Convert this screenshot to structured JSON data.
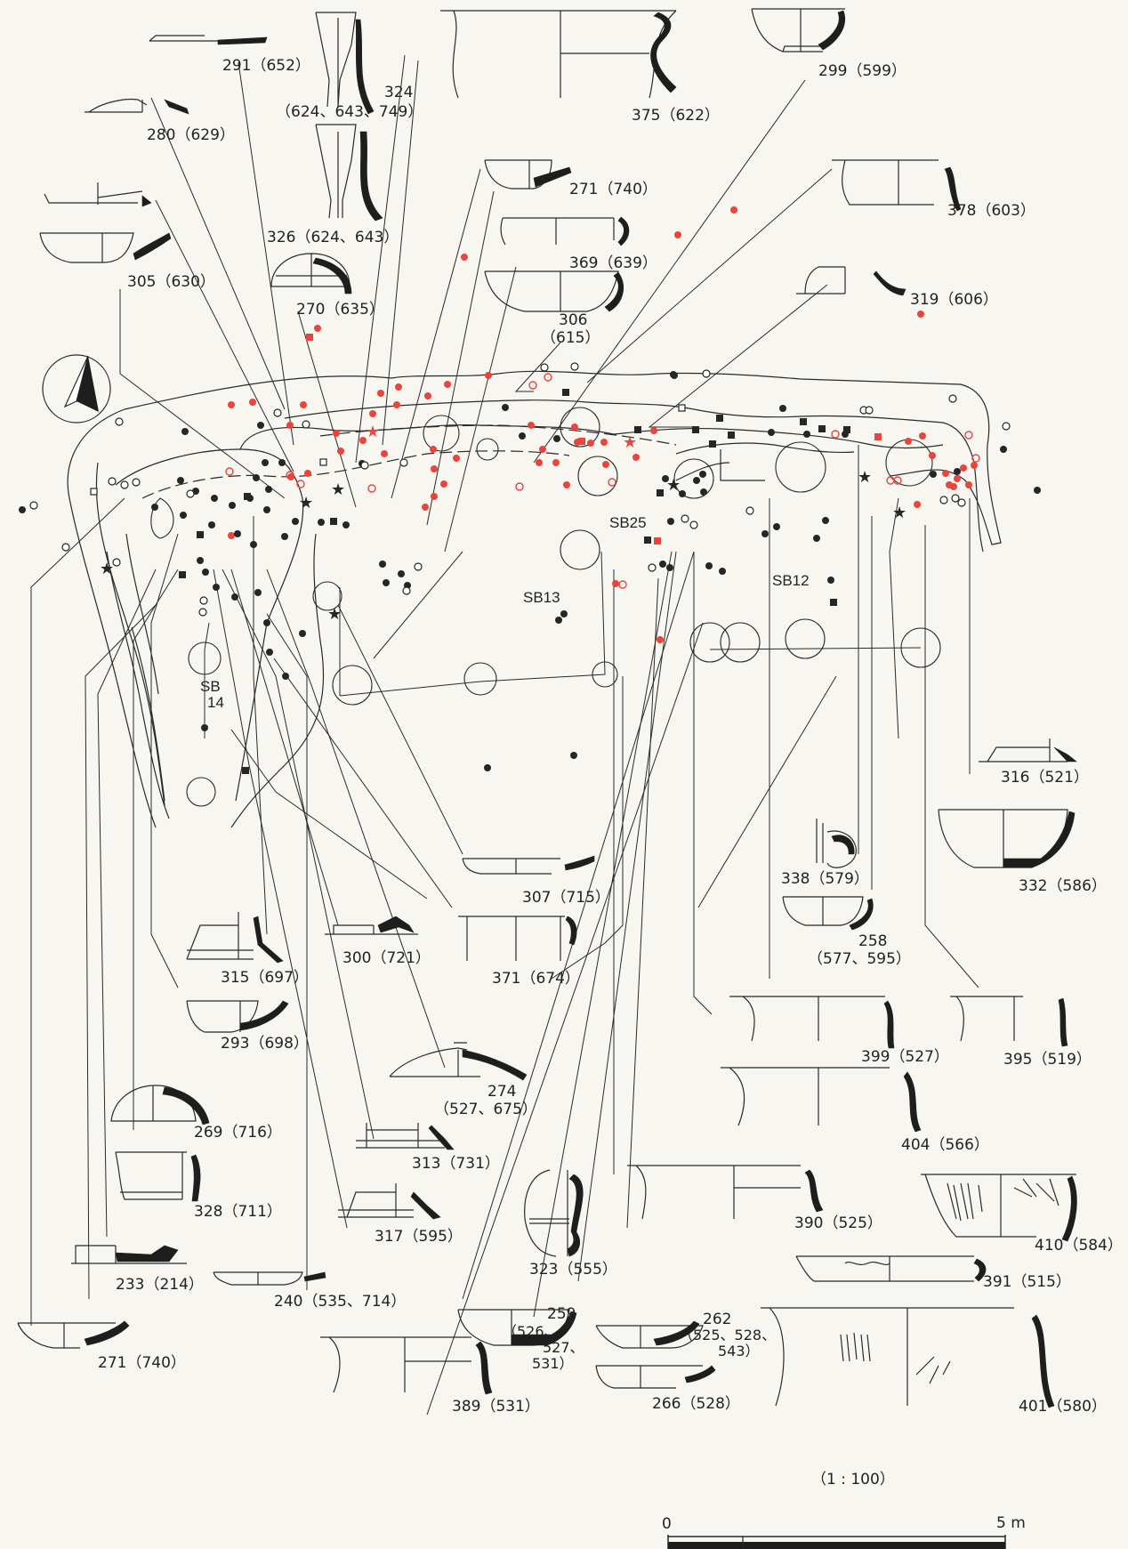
{
  "figure": {
    "scale_label": "（1 : 100）",
    "scale_zero": "0",
    "scale_max": "5 m",
    "colors": {
      "red": "#e8453c",
      "black": "#262626",
      "ink": "#2a2a2a",
      "paper": "#f7f6f1"
    }
  },
  "structures": {
    "sb25": "SB25",
    "sb13": "SB13",
    "sb12": "SB12",
    "sb14_top": "SB",
    "sb14_bottom": "14"
  },
  "labels": {
    "l291": "291（652）",
    "l324a": "324",
    "l324b": "（624、643、749）",
    "l375": "375（622）",
    "l299": "299（599）",
    "l280": "280（629）",
    "l271top": "271（740）",
    "l326": "326（624、643）",
    "l378": "378（603）",
    "l369": "369（639）",
    "l305": "305（630）",
    "l270": "270（635）",
    "l306a": "306",
    "l306b": "（615）",
    "l319": "319（606）",
    "l316": "316（521）",
    "l332": "332（586）",
    "l338": "338（579）",
    "l258a": "258",
    "l258b": "（577、595）",
    "l307": "307（715）",
    "l315": "315（697）",
    "l300": "300（721）",
    "l371": "371（674）",
    "l293": "293（698）",
    "l399": "399（527）",
    "l395": "395（519）",
    "l274a": "274",
    "l274b": "（527、675）",
    "l269": "269（716）",
    "l404": "404（566）",
    "l313": "313（731）",
    "l328": "328（711）",
    "l390": "390（525）",
    "l410": "410（584）",
    "l317": "317（595）",
    "l323": "323（555）",
    "l233": "233（214）",
    "l240": "240（535、714）",
    "l391": "391（515）",
    "l259a": "259",
    "l259b": "（526、",
    "l259c": "527、",
    "l259d": "531）",
    "l262a": "262",
    "l262b": "（525、528、",
    "l262c": "543）",
    "l271bot": "271（740）",
    "l389": "389（531）",
    "l266": "266（528）",
    "l401": "401（580）"
  },
  "legend_symbols": [
    "red-dot",
    "red-circle",
    "red-square",
    "black-dot",
    "white-circle",
    "black-square",
    "star"
  ]
}
